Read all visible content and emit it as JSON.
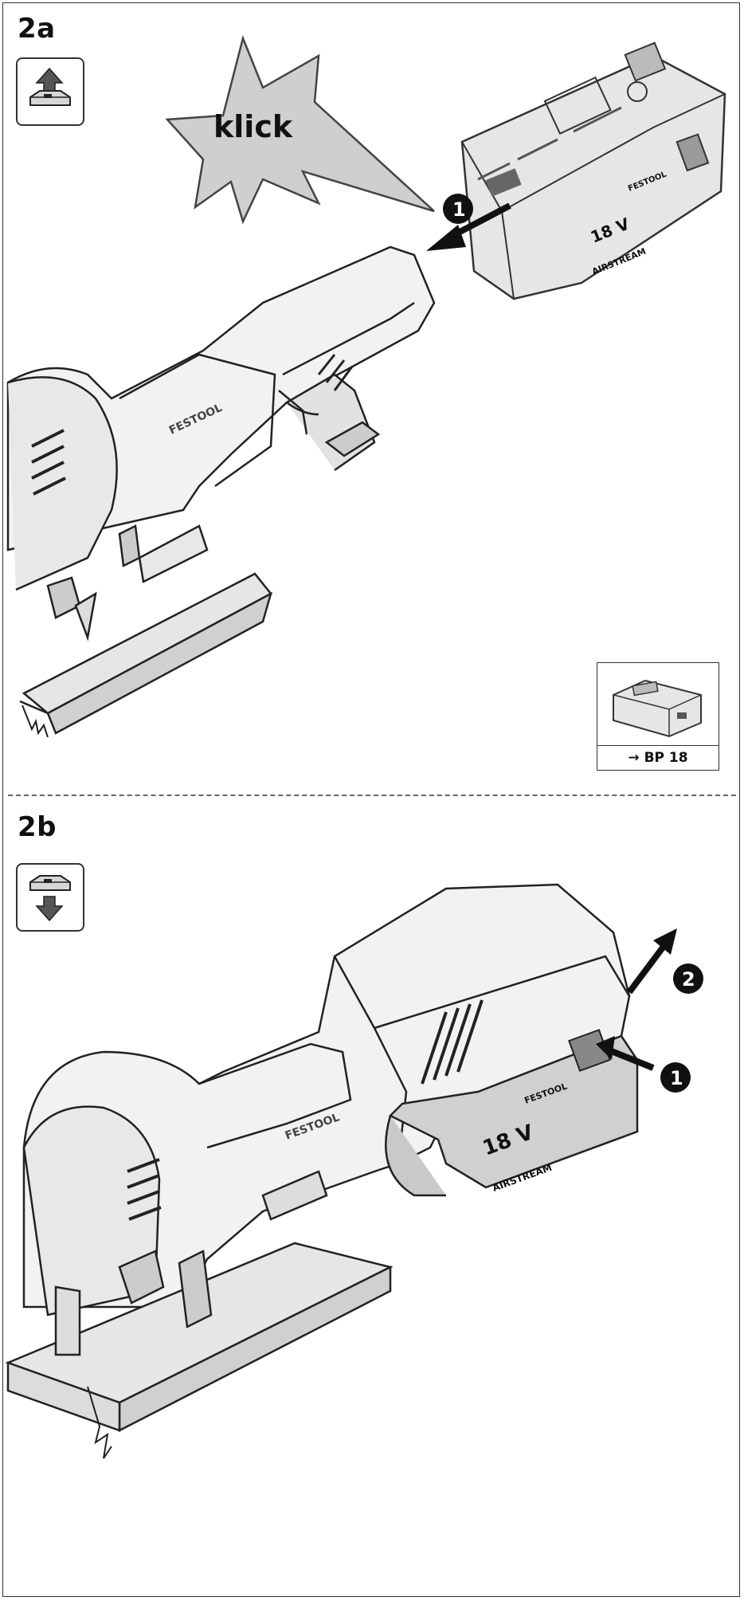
{
  "section_a": {
    "label": "2a",
    "sound_text": "klick",
    "step_1": "1"
  },
  "section_b": {
    "label": "2b",
    "step_1": "1",
    "step_2": "2"
  },
  "reference": {
    "arrow": "→",
    "caption": "BP 18"
  },
  "battery": {
    "voltage": "18 V",
    "model_text": "AIRSTREAM",
    "brand": "FESTOOL"
  },
  "tool": {
    "brand": "FESTOOL"
  },
  "icons": {
    "insert": "battery-insert-arrow-up-icon",
    "remove": "battery-remove-arrow-down-icon"
  }
}
